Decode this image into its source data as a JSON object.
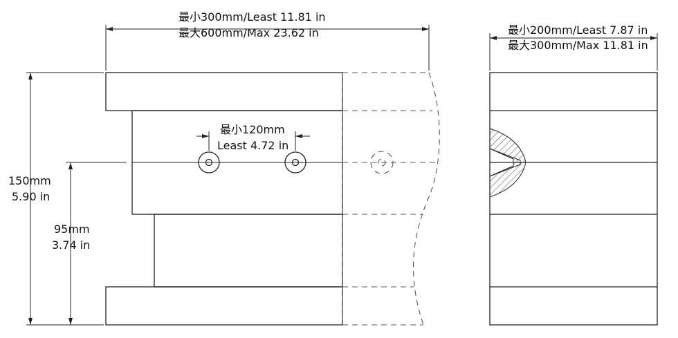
{
  "dimensions": {
    "front_width": {
      "line1": "最小300mm/Least 11.81 in",
      "line2": "最大600mm/Max 23.62 in"
    },
    "side_width": {
      "line1": "最小200mm/Least 7.87 in",
      "line2": "最大300mm/Max 11.81 in"
    },
    "hole_spacing": {
      "line1": "最小120mm",
      "line2": "Least 4.72 in"
    },
    "total_height": {
      "line1": "150mm",
      "line2": "5.90 in"
    },
    "center_height": {
      "line1": "95mm",
      "line2": "3.74 in"
    }
  }
}
